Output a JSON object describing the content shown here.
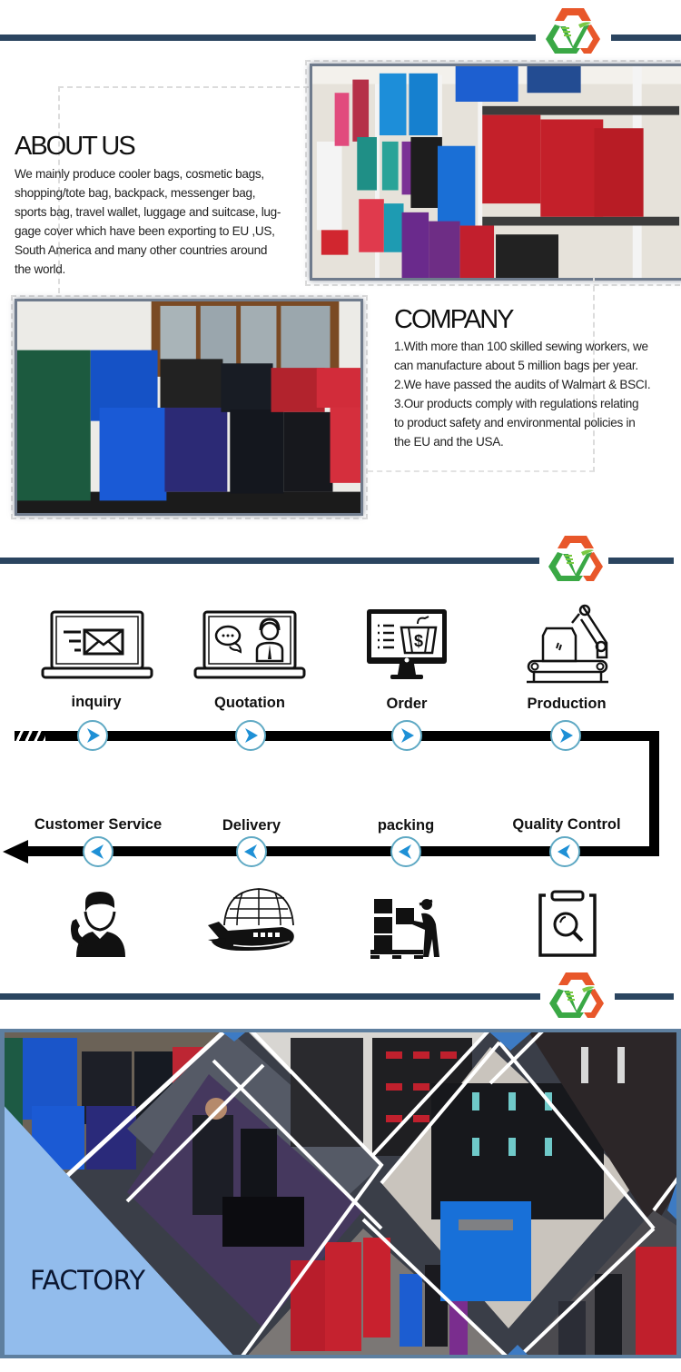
{
  "brand": {
    "logo_icon": "hexagon-check-logo",
    "colors": {
      "divider": "#2b4560",
      "logo_orange": "#e8572a",
      "logo_green": "#3aa845",
      "node_ring": "#5fa9c4",
      "node_arrow": "#1e90d6",
      "factory_panel": "#92bcec"
    }
  },
  "about": {
    "title": "ABOUT US",
    "text": "We mainly produce cooler bags, cosmetic bags, shopping/tote bag, backpack, messenger bag, sports bag, travel wallet, luggage and suitcase, luggage cover which have been exporting to EU ,US, South America and many other countries around the world.",
    "lines": [
      "We mainly produce cooler bags, cosmetic bags,",
      "shopping/tote bag, backpack, messenger bag,",
      "sports bag, travel wallet, luggage and suitcase, lug-",
      "gage cover which have been exporting to EU ,US,",
      "South America and many other countries around",
      "the world."
    ],
    "photo": "luggage-showroom-shelves-photo"
  },
  "company": {
    "title": "COMPANY",
    "lines": [
      "1.With more than 100 skilled sewing workers, we",
      "can manufacture about 5 million bags per year.",
      "2.We have passed the audits of Walmart & BSCI.",
      "3.Our products comply with regulations relating",
      "to product safety and environmental policies in",
      "the EU and the USA."
    ],
    "photo": "suitcases-display-photo"
  },
  "process": {
    "top_row": [
      {
        "label": "inquiry",
        "icon": "laptop-email-icon"
      },
      {
        "label": "Quotation",
        "icon": "laptop-support-agent-icon"
      },
      {
        "label": "Order",
        "icon": "monitor-shopping-cart-icon"
      },
      {
        "label": "Production",
        "icon": "robot-arm-conveyor-icon"
      }
    ],
    "bottom_row": [
      {
        "label": "Customer Service",
        "icon": "phone-support-person-icon"
      },
      {
        "label": "Delivery",
        "icon": "airplane-globe-icon"
      },
      {
        "label": "packing",
        "icon": "worker-packing-boxes-icon"
      },
      {
        "label": "Quality Control",
        "icon": "clipboard-magnifier-icon"
      }
    ]
  },
  "factory": {
    "title": "FACTORY",
    "photo": "factory-collage-photo"
  }
}
